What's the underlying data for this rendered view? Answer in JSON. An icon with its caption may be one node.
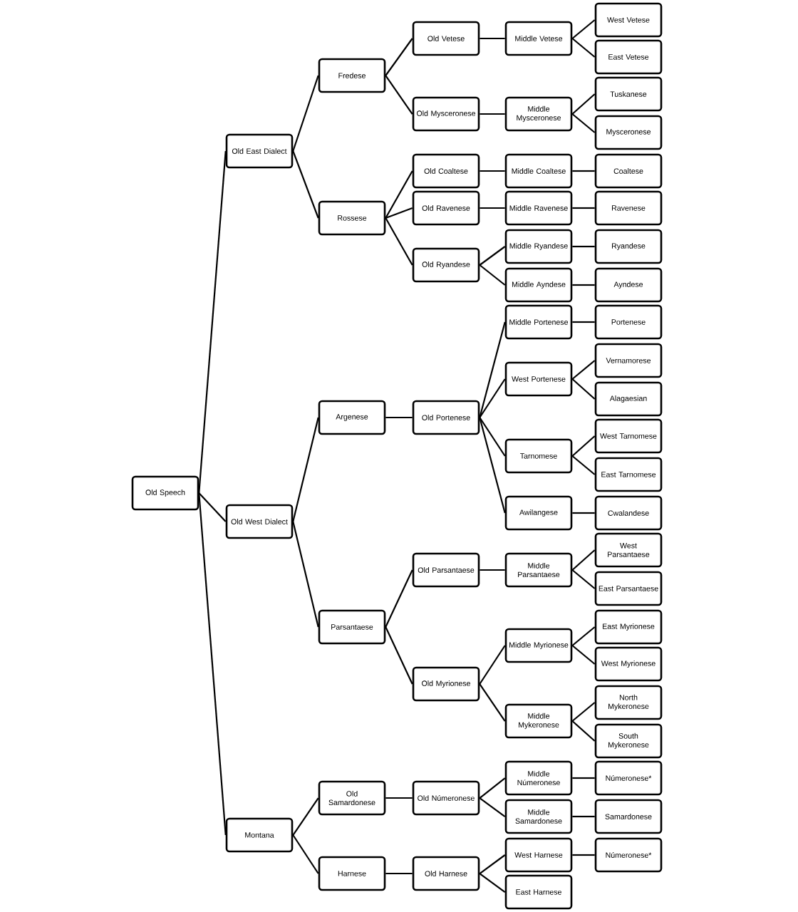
{
  "diagram": {
    "nodes": [
      {
        "text": [
          "Old Speech"
        ]
      },
      {
        "text": [
          "Old East Dialect"
        ]
      },
      {
        "text": [
          "Fredese"
        ]
      },
      {
        "text": [
          "Old Vetese"
        ]
      },
      {
        "text": [
          "Middle Vetese"
        ]
      },
      {
        "text": [
          "West Vetese"
        ]
      },
      {
        "text": [
          "East Vetese"
        ]
      },
      {
        "text": [
          "Old Mysceronese"
        ]
      },
      {
        "text": [
          "Middle Mysceronese"
        ]
      },
      {
        "text": [
          "Tuskanese"
        ]
      },
      {
        "text": [
          "Mysceronese"
        ]
      },
      {
        "text": [
          "Rossese"
        ]
      },
      {
        "text": [
          "Old Coaltese"
        ]
      },
      {
        "text": [
          "Middle Coaltese"
        ]
      },
      {
        "text": [
          "Coaltese"
        ]
      },
      {
        "text": [
          "Old Ravenese"
        ]
      },
      {
        "text": [
          "Middle Ravenese"
        ]
      },
      {
        "text": [
          "Ravenese"
        ]
      },
      {
        "text": [
          "Old Ryandese"
        ]
      },
      {
        "text": [
          "Middle Ryandese"
        ]
      },
      {
        "text": [
          "Ryandese"
        ]
      },
      {
        "text": [
          "Middle Ayndese"
        ]
      },
      {
        "text": [
          "Ayndese"
        ]
      },
      {
        "text": [
          "Old West Dialect"
        ]
      },
      {
        "text": [
          "Argenese"
        ]
      },
      {
        "text": [
          "Old Portenese"
        ]
      },
      {
        "text": [
          "Middle Portenese"
        ]
      },
      {
        "text": [
          "Portenese"
        ]
      },
      {
        "text": [
          "West Portenese"
        ]
      },
      {
        "text": [
          "Vernamorese"
        ]
      },
      {
        "text": [
          "Alagaesian"
        ]
      },
      {
        "text": [
          "Tarnomese"
        ]
      },
      {
        "text": [
          "West Tarnomese"
        ]
      },
      {
        "text": [
          "East Tarnomese"
        ]
      },
      {
        "text": [
          "Awilangese"
        ]
      },
      {
        "text": [
          "Cwalandese"
        ]
      },
      {
        "text": [
          "Parsantaese"
        ]
      },
      {
        "text": [
          "Old Parsantaese"
        ]
      },
      {
        "text": [
          "Middle Parsantaese"
        ]
      },
      {
        "text": [
          "West Parsantaese"
        ]
      },
      {
        "text": [
          "East Parsantaese"
        ]
      },
      {
        "text": [
          "Old Myrionese"
        ]
      },
      {
        "text": [
          "Middle Myrionese"
        ]
      },
      {
        "text": [
          "East Myrionese"
        ]
      },
      {
        "text": [
          "West Myrionese"
        ]
      },
      {
        "text": [
          "Middle Mykeronese"
        ]
      },
      {
        "text": [
          "North Mykeronese"
        ]
      },
      {
        "text": [
          "South Mykeronese"
        ]
      },
      {
        "text": [
          "Montana"
        ]
      },
      {
        "text": [
          "Old Samardonese"
        ]
      },
      {
        "text": [
          "Old Númeronese"
        ]
      },
      {
        "text": [
          "Middle Númeronese"
        ]
      },
      {
        "text": [
          "Númeronese*"
        ]
      },
      {
        "text": [
          "Middle Samardonese"
        ]
      },
      {
        "text": [
          "Samardonese"
        ]
      },
      {
        "text": [
          "Harnese"
        ]
      },
      {
        "text": [
          "Old Harnese"
        ]
      },
      {
        "text": [
          "West Harnese"
        ]
      },
      {
        "text": [
          "Númeronese*"
        ]
      },
      {
        "text": [
          "East Harnese"
        ]
      }
    ],
    "edges": [
      {
        "from": 0,
        "to": 1,
        "arrow": "none"
      },
      {
        "from": 1,
        "to": 2,
        "arrow": "none"
      },
      {
        "from": 2,
        "to": 3,
        "arrow": "none"
      },
      {
        "from": 3,
        "to": 4,
        "arrow": "none"
      },
      {
        "from": 4,
        "to": 5,
        "arrow": "none"
      },
      {
        "from": 4,
        "to": 6,
        "arrow": "none"
      },
      {
        "from": 2,
        "to": 7,
        "arrow": "none"
      },
      {
        "from": 7,
        "to": 8,
        "arrow": "none"
      },
      {
        "from": 8,
        "to": 9,
        "arrow": "none"
      },
      {
        "from": 8,
        "to": 10,
        "arrow": "none"
      },
      {
        "from": 1,
        "to": 11,
        "arrow": "none"
      },
      {
        "from": 11,
        "to": 12,
        "arrow": "none"
      },
      {
        "from": 12,
        "to": 13,
        "arrow": "none"
      },
      {
        "from": 13,
        "to": 14,
        "arrow": "none"
      },
      {
        "from": 11,
        "to": 15,
        "arrow": "none"
      },
      {
        "from": 15,
        "to": 16,
        "arrow": "none"
      },
      {
        "from": 16,
        "to": 17,
        "arrow": "none"
      },
      {
        "from": 11,
        "to": 18,
        "arrow": "none"
      },
      {
        "from": 18,
        "to": 19,
        "arrow": "none"
      },
      {
        "from": 19,
        "to": 20,
        "arrow": "none"
      },
      {
        "from": 18,
        "to": 21,
        "arrow": "none"
      },
      {
        "from": 21,
        "to": 22,
        "arrow": "none"
      },
      {
        "from": 0,
        "to": 23,
        "arrow": "none"
      },
      {
        "from": 23,
        "to": 24,
        "arrow": "none"
      },
      {
        "from": 24,
        "to": 25,
        "arrow": "none"
      },
      {
        "from": 25,
        "to": 26,
        "arrow": "none"
      },
      {
        "from": 26,
        "to": 27,
        "arrow": "none"
      },
      {
        "from": 25,
        "to": 28,
        "arrow": "none"
      },
      {
        "from": 28,
        "to": 29,
        "arrow": "none"
      },
      {
        "from": 28,
        "to": 30,
        "arrow": "none"
      },
      {
        "from": 25,
        "to": 31,
        "arrow": "none"
      },
      {
        "from": 31,
        "to": 32,
        "arrow": "none"
      },
      {
        "from": 31,
        "to": 33,
        "arrow": "none"
      },
      {
        "from": 25,
        "to": 34,
        "arrow": "none"
      },
      {
        "from": 34,
        "to": 35,
        "arrow": "none"
      },
      {
        "from": 23,
        "to": 36,
        "arrow": "none"
      },
      {
        "from": 36,
        "to": 37,
        "arrow": "none"
      },
      {
        "from": 37,
        "to": 38,
        "arrow": "none"
      },
      {
        "from": 38,
        "to": 39,
        "arrow": "none"
      },
      {
        "from": 38,
        "to": 40,
        "arrow": "none"
      },
      {
        "from": 36,
        "to": 41,
        "arrow": "none"
      },
      {
        "from": 41,
        "to": 42,
        "arrow": "none"
      },
      {
        "from": 42,
        "to": 43,
        "arrow": "none"
      },
      {
        "from": 42,
        "to": 44,
        "arrow": "none"
      },
      {
        "from": 41,
        "to": 45,
        "arrow": "none"
      },
      {
        "from": 45,
        "to": 46,
        "arrow": "none"
      },
      {
        "from": 45,
        "to": 47,
        "arrow": "none"
      },
      {
        "from": 0,
        "to": 48,
        "arrow": "none"
      },
      {
        "from": 48,
        "to": 49,
        "arrow": "none"
      },
      {
        "from": 49,
        "to": 50,
        "arrow": "none"
      },
      {
        "from": 50,
        "to": 51,
        "arrow": "none"
      },
      {
        "from": 51,
        "to": 52,
        "arrow": "none"
      },
      {
        "from": 50,
        "to": 53,
        "arrow": "none"
      },
      {
        "from": 53,
        "to": 54,
        "arrow": "none"
      },
      {
        "from": 48,
        "to": 55,
        "arrow": "none"
      },
      {
        "from": 55,
        "to": 56,
        "arrow": "none"
      },
      {
        "from": 56,
        "to": 57,
        "arrow": "none"
      },
      {
        "from": 57,
        "to": 58,
        "arrow": "none"
      },
      {
        "from": 56,
        "to": 59,
        "arrow": "none"
      }
    ]
  }
}
